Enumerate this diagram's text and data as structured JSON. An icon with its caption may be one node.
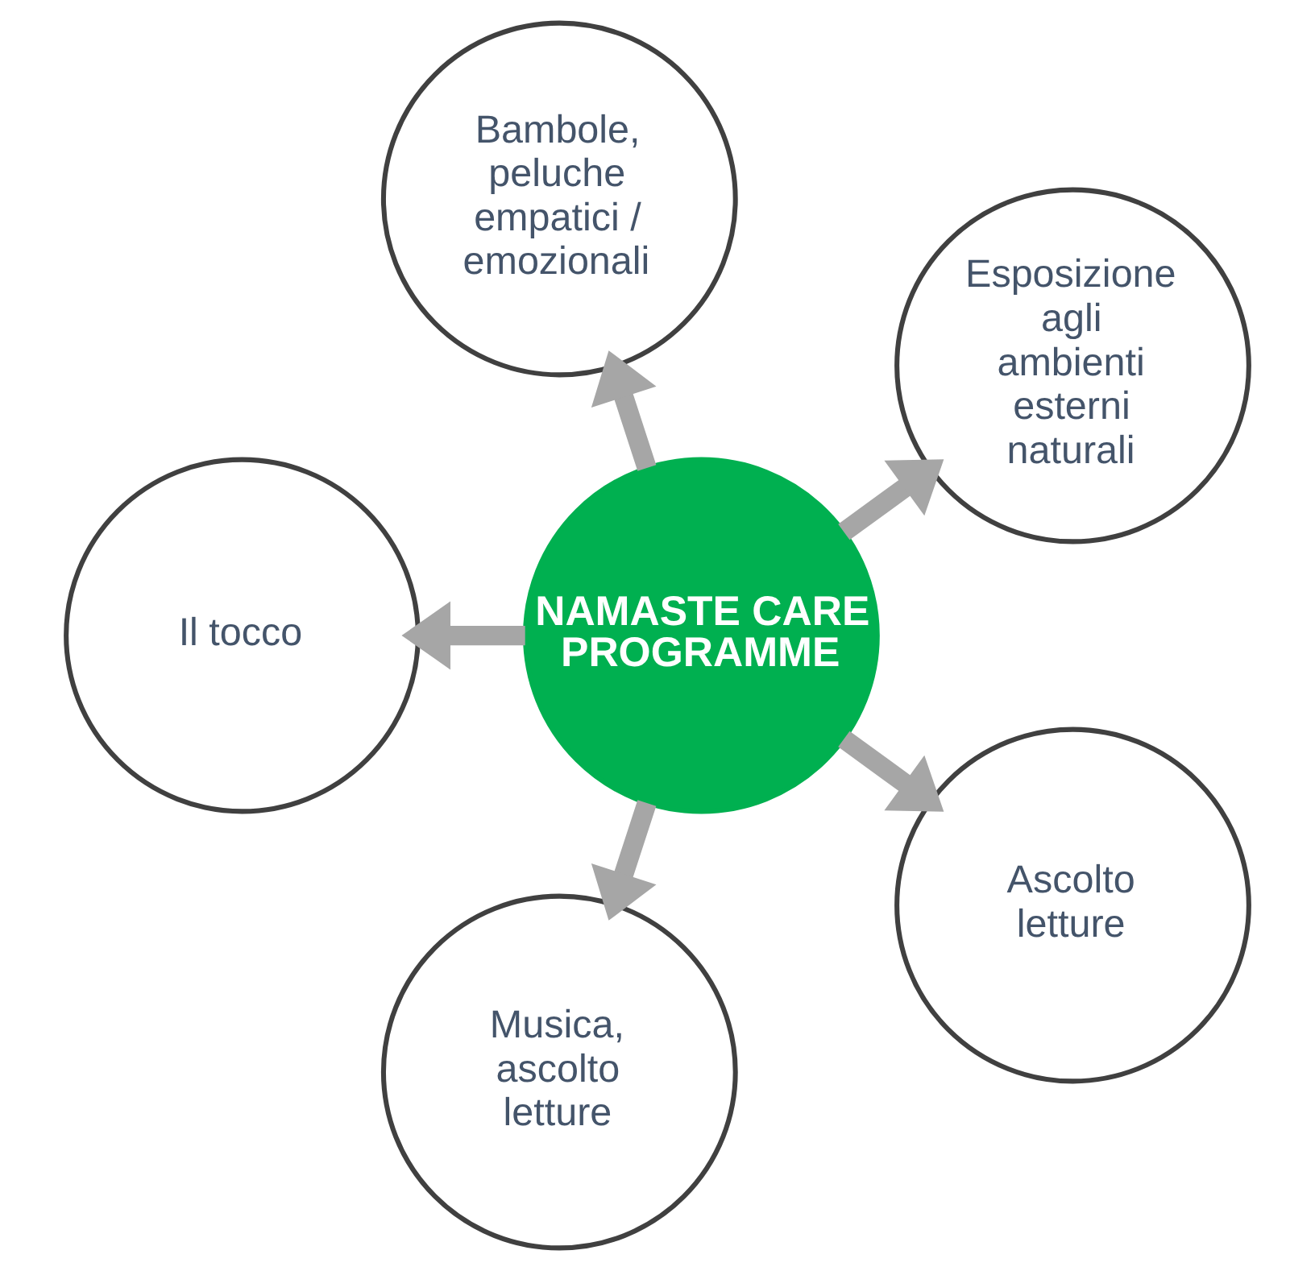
{
  "diagram": {
    "nodes": [
      {
        "text": [
          "NAMASTE CARE PROGRAMME"
        ]
      },
      {
        "text": [
          "Esposizione agli ambienti esterni naturali"
        ]
      },
      {
        "text": [
          "Bambole, peluche empatici / emozionali"
        ]
      },
      {
        "text": [
          "Il tocco"
        ]
      },
      {
        "text": [
          "Musica, ascolto letture"
        ]
      },
      {
        "text": [
          "Ascolto letture"
        ]
      }
    ],
    "edges": [
      {
        "from": 0,
        "to": 1,
        "arrow": "to"
      },
      {
        "from": 0,
        "to": 2,
        "arrow": "to"
      },
      {
        "from": 0,
        "to": 3,
        "arrow": "to"
      },
      {
        "from": 0,
        "to": 4,
        "arrow": "to"
      },
      {
        "from": 0,
        "to": 5,
        "arrow": "to"
      }
    ]
  }
}
